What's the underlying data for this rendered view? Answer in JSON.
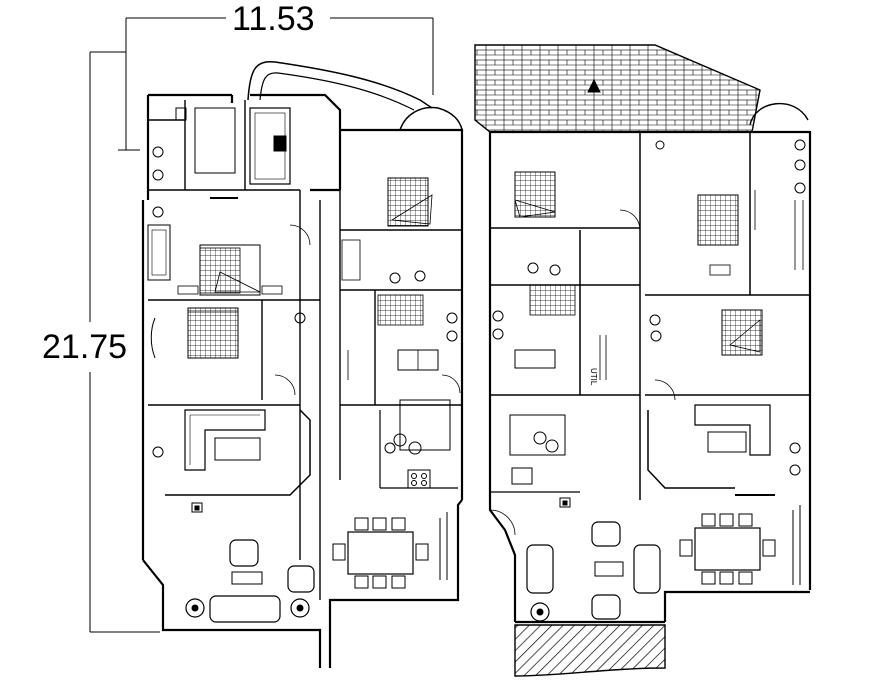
{
  "drawing": {
    "dimension_width": "11.53",
    "dimension_height": "21.75",
    "room_label": "UTIL"
  },
  "colors": {
    "line": "#000000",
    "background": "#ffffff"
  },
  "icons": {
    "north": "north-arrow-icon"
  }
}
